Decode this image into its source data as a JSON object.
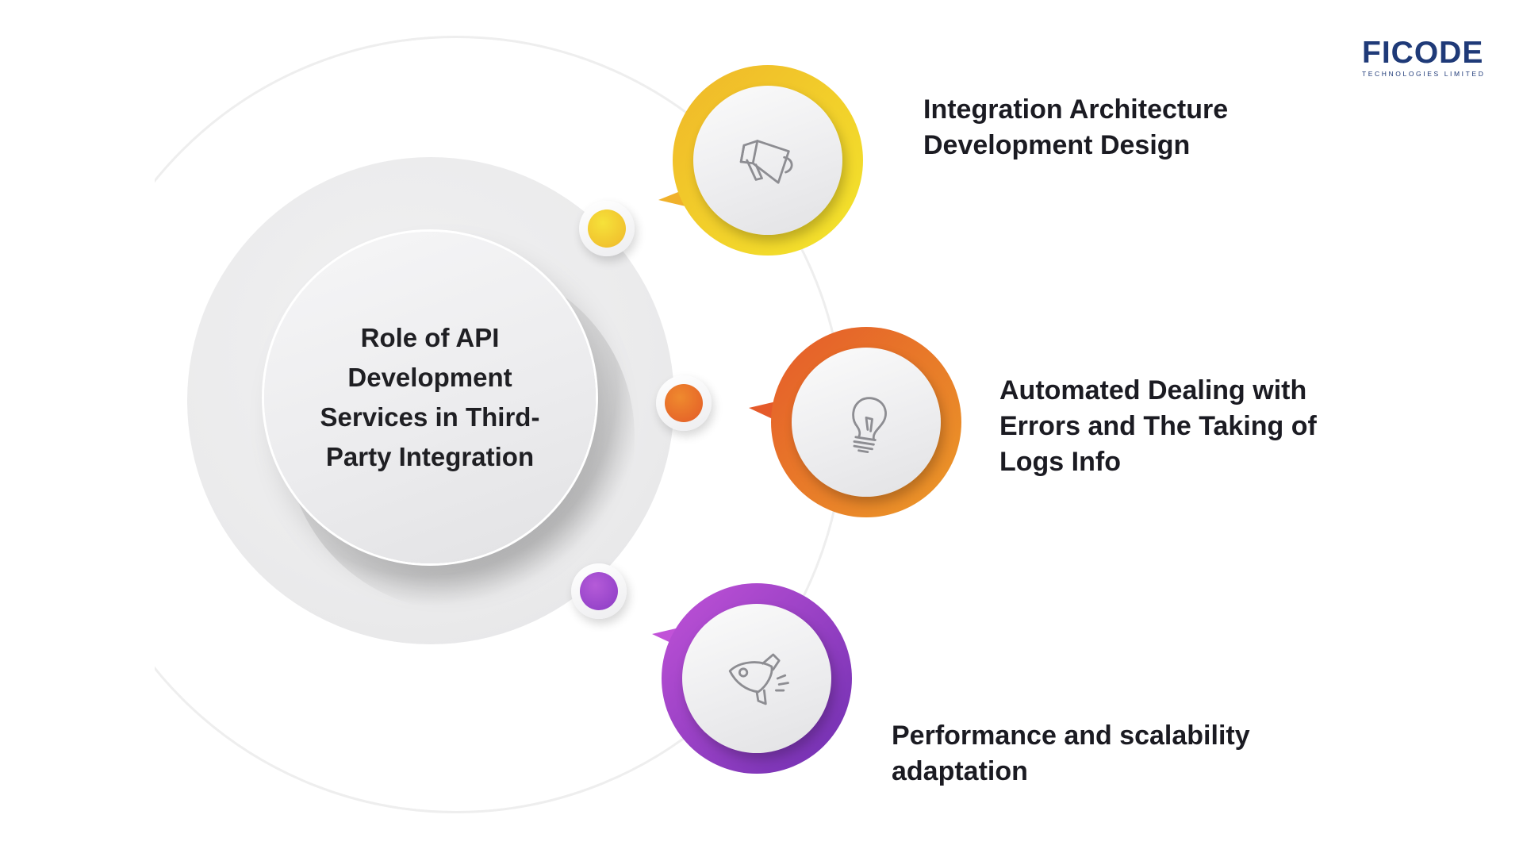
{
  "center": {
    "title": "Role of API Development Services in Third-Party Integration"
  },
  "items": [
    {
      "label": "Integration Architecture Development Design",
      "icon": "megaphone-icon",
      "color_start": "#f0b62a",
      "color_end": "#f3e62b"
    },
    {
      "label": "Automated Dealing with Errors and The Taking of Logs Info",
      "icon": "lightbulb-icon",
      "color_start": "#e55a2a",
      "color_end": "#eb9a28"
    },
    {
      "label": "Performance and scalability adaptation",
      "icon": "rocket-icon",
      "color_start": "#c152d8",
      "color_end": "#6e2fb0"
    }
  ],
  "logo": {
    "wordmark": "FICODE",
    "tagline": "TECHNOLOGIES LIMITED",
    "color": "#1f3a78"
  }
}
